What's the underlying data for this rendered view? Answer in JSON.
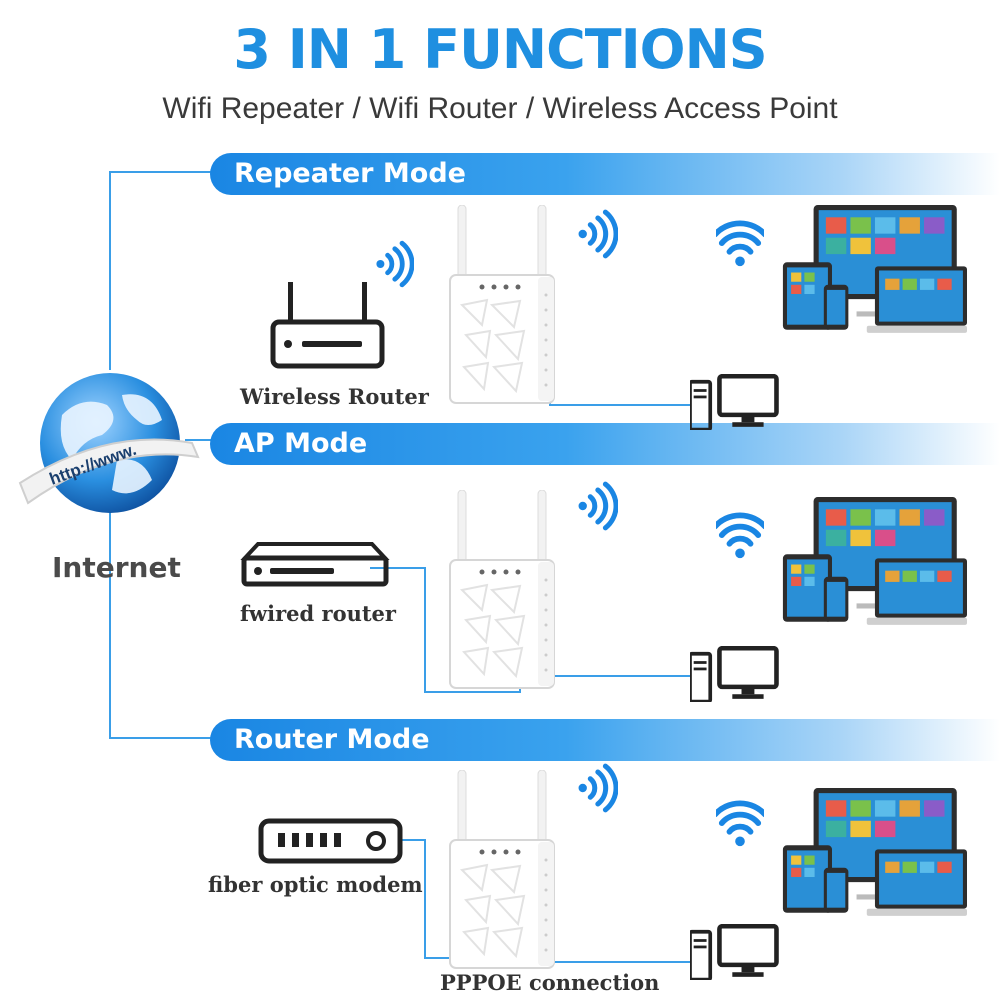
{
  "header": {
    "title": "3 IN 1 FUNCTIONS",
    "subtitle": "Wifi Repeater / Wifi Router / Wireless Access Point"
  },
  "internet": {
    "url_text": "http://www.",
    "label": "Internet"
  },
  "modes": [
    {
      "label": "Repeater Mode",
      "source_label": "Wireless Router",
      "source_icon": "wireless-router-icon"
    },
    {
      "label": "AP Mode",
      "source_label": "fwired router",
      "source_icon": "wired-router-icon"
    },
    {
      "label": "Router Mode",
      "source_label": "fiber optic modem",
      "source_icon": "fiber-modem-icon",
      "connection_label": "PPPOE connection"
    }
  ],
  "colors": {
    "accent": "#1f8fe0",
    "band": "#1a86e3",
    "line": "#3a9ee8",
    "text": "#3a3a3a"
  }
}
